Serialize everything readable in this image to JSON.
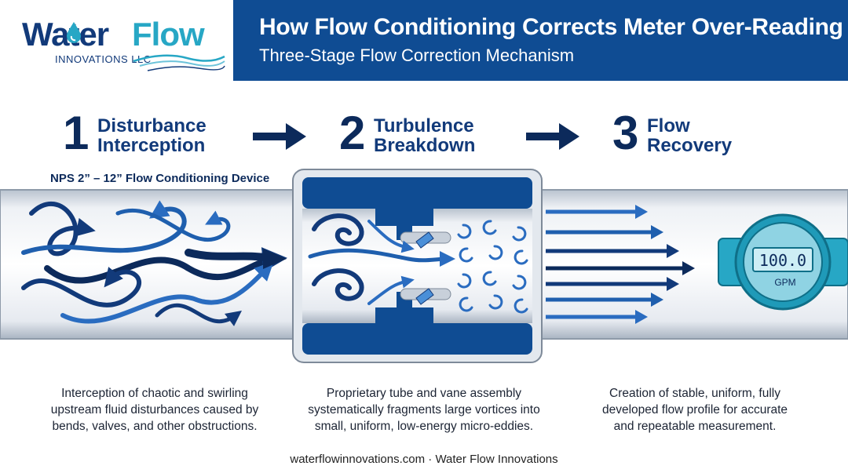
{
  "logo": {
    "word1": "Water",
    "word2": "Flow",
    "subtitle": "INNOVATIONS LLC",
    "icon": "water-drop-icon"
  },
  "header": {
    "title": "How Flow Conditioning Corrects Meter Over-Reading",
    "subtitle": "Three-Stage Flow Correction Mechanism"
  },
  "stages": [
    {
      "number": "1",
      "line1": "Disturbance",
      "line2": "Interception",
      "description": [
        "Interception of chaotic and swirling",
        "upstream fluid disturbances caused by",
        "bends, valves, and other obstructions."
      ]
    },
    {
      "number": "2",
      "line1": "Turbulence",
      "line2": "Breakdown",
      "description": [
        "Proprietary tube and vane assembly",
        "systematically fragments large vortices into",
        "small, uniform, low-energy micro-eddies."
      ]
    },
    {
      "number": "3",
      "line1": "Flow",
      "line2": "Recovery",
      "description": [
        "Creation of stable, uniform, fully",
        "developed flow profile for accurate",
        "and repeatable measurement."
      ]
    }
  ],
  "device_label": "NPS 2” – 12” Flow Conditioning Device",
  "meter": {
    "reading": "100.0",
    "unit": "GPM"
  },
  "footer": "waterflowinnovations.com · Water Flow Innovations",
  "colors": {
    "navy": "#0c2a5b",
    "brand_blue": "#0f4c93",
    "teal": "#27a7c5",
    "pipe": "#dfe4ea"
  }
}
